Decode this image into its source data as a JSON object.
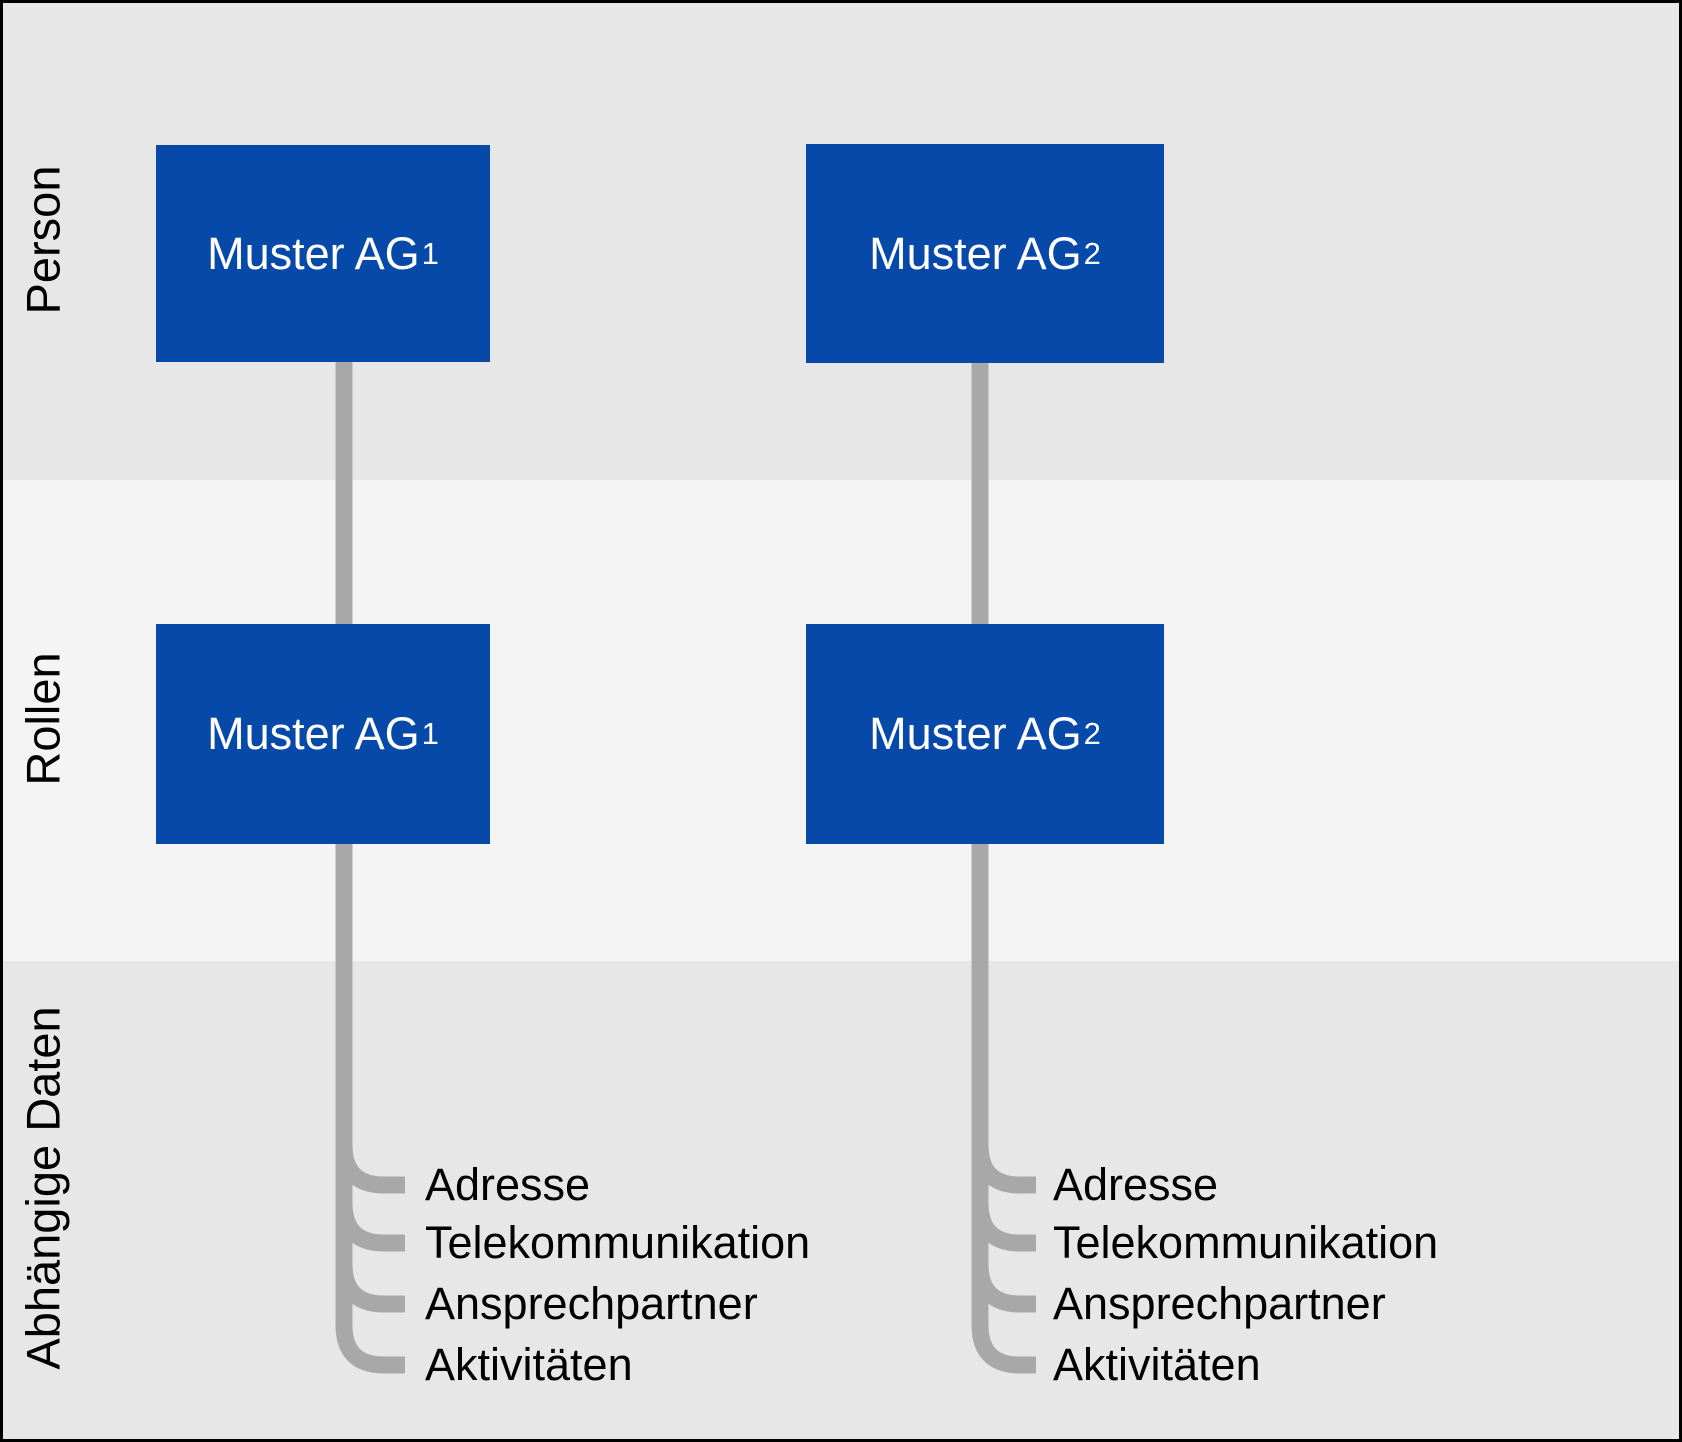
{
  "bands": [
    {
      "label": "Person"
    },
    {
      "label": "Rollen"
    },
    {
      "label": "Abhängige Daten"
    }
  ],
  "columns": [
    {
      "person_box_label": "Muster AG",
      "person_box_sub": "1",
      "rolle_box_label": "Muster AG",
      "rolle_box_sub": "1",
      "dependents": [
        "Adresse",
        "Telekommunikation",
        "Ansprechpartner",
        "Aktivitäten"
      ]
    },
    {
      "person_box_label": "Muster AG",
      "person_box_sub": "2",
      "rolle_box_label": "Muster AG",
      "rolle_box_sub": "2",
      "dependents": [
        "Adresse",
        "Telekommunikation",
        "Ansprechpartner",
        "Aktivitäten"
      ]
    }
  ],
  "colors": {
    "box_blue": "#0749a8",
    "box_text": "#ffffff",
    "connector_gray": "#a8a8a8",
    "band_dark": "#e7e7e7",
    "band_light": "#f4f4f4",
    "label_text": "#000000",
    "border": "#000000"
  }
}
